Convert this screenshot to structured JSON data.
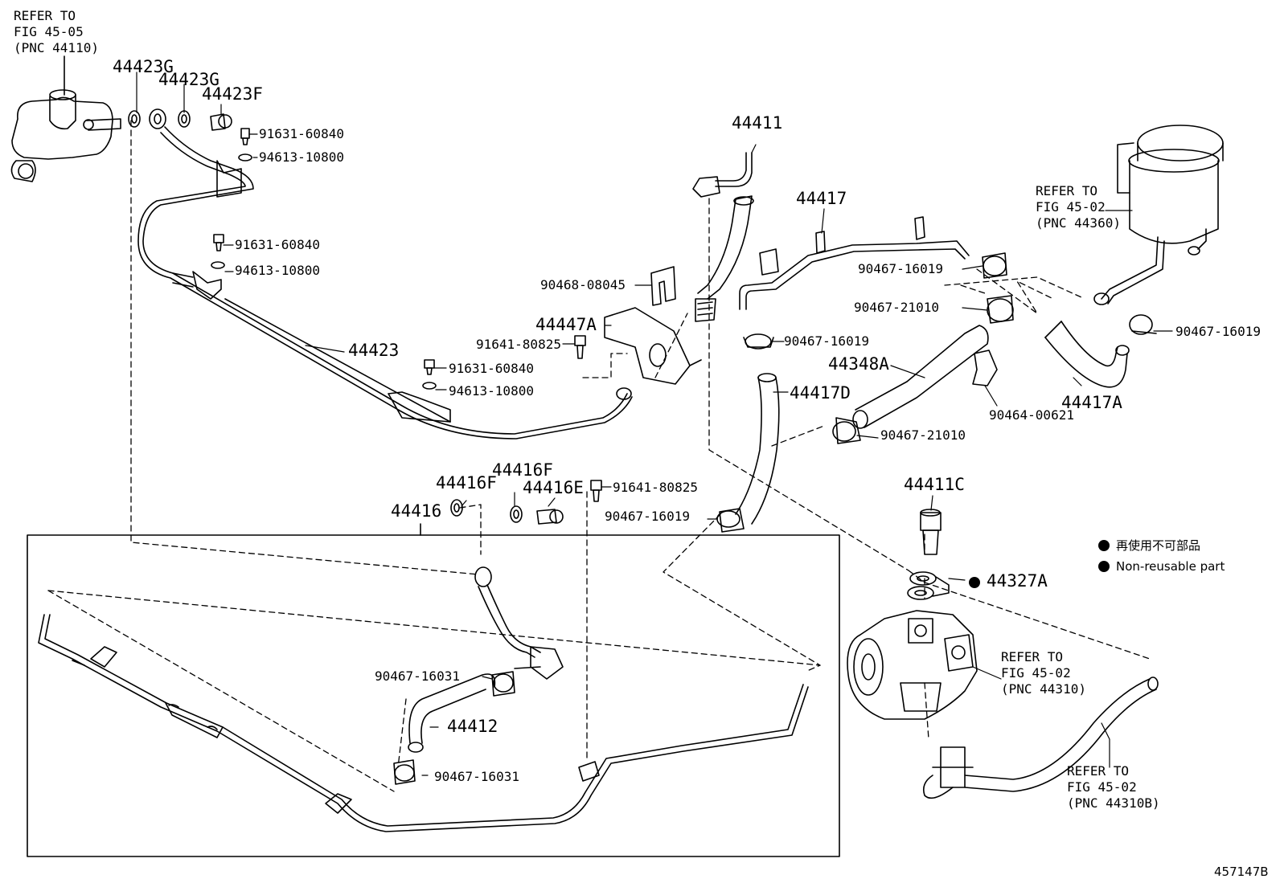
{
  "refs": {
    "top_left": "REFER TO\nFIG 45-05\n(PNC 44110)",
    "reservoir": "REFER TO\nFIG 45-02\n(PNC 44360)",
    "pump": "REFER TO\nFIG 45-02\n(PNC 44310)",
    "pump_hose": "REFER TO\nFIG 45-02\n(PNC 44310B)"
  },
  "parts": {
    "p44423G_a": "44423G",
    "p44423G_b": "44423G",
    "p44423F": "44423F",
    "p91631_a": "91631-60840",
    "p94613_a": "94613-10800",
    "p91631_b": "91631-60840",
    "p94613_b": "94613-10800",
    "p44423": "44423",
    "p44411": "44411",
    "p44417": "44417",
    "p90468": "90468-08045",
    "p44447A": "44447A",
    "p91641_a": "91641-80825",
    "p91631_c": "91631-60840",
    "p94613_c": "94613-10800",
    "p90467_16019_a": "90467-16019",
    "p90467_21010_a": "90467-21010",
    "p90467_16019_b": "90467-16019",
    "p44348A": "44348A",
    "p44417D": "44417D",
    "p90464": "90464-00621",
    "p90467_21010_b": "90467-21010",
    "p44417A": "44417A",
    "p90467_16019_c": "90467-16019",
    "p44416F_a": "44416F",
    "p44416F_b": "44416F",
    "p44416E": "44416E",
    "p91641_b": "91641-80825",
    "p44416": "44416",
    "p90467_16019_d": "90467-16019",
    "p44411C": "44411C",
    "p44327A": "44327A",
    "p90467_16031_a": "90467-16031",
    "p44412": "44412",
    "p90467_16031_b": "90467-16031"
  },
  "legend": {
    "japanese": "再使用不可部品",
    "english": "Non-reusable part"
  },
  "diagram_id": "457147B"
}
